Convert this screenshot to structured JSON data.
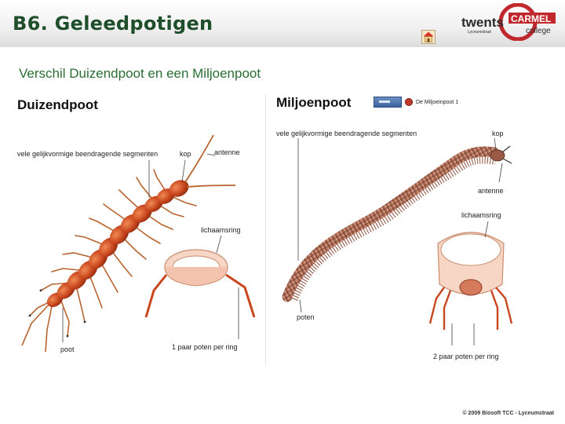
{
  "header": {
    "title": "B6. Geleedpotigen"
  },
  "logo": {
    "brand_main": "twents",
    "brand_name": "CARMEL",
    "brand_sub": "college",
    "location": "Lyceumstraat"
  },
  "subtitle": "Verschil Duizendpoot en een Miljoenpoot",
  "centipede": {
    "title": "Duizendpoot",
    "labels": {
      "segments": "vele gelijkvormige beendragende segmenten",
      "head": "kop",
      "antenna": "antenne",
      "ring": "lichaamsring",
      "leg": "poot",
      "pairs": "1 paar poten per ring"
    }
  },
  "millipede": {
    "title": "Miljoenpoot",
    "video_link": "De Miljoeinpoot 1",
    "labels": {
      "segments": "vele gelijkvormige beendragende segmenten",
      "head": "kop",
      "antenna": "antenne",
      "ring": "lichaamsring",
      "legs": "poten",
      "pairs": "2 paar poten per ring"
    }
  },
  "footer": "© 2009 Biosoft  TCC - Lyceumstraat",
  "colors": {
    "title": "#1f4e2a",
    "subtitle": "#2a6e33",
    "body_segment": "#c9471e",
    "ring": "#f3c3ad"
  }
}
